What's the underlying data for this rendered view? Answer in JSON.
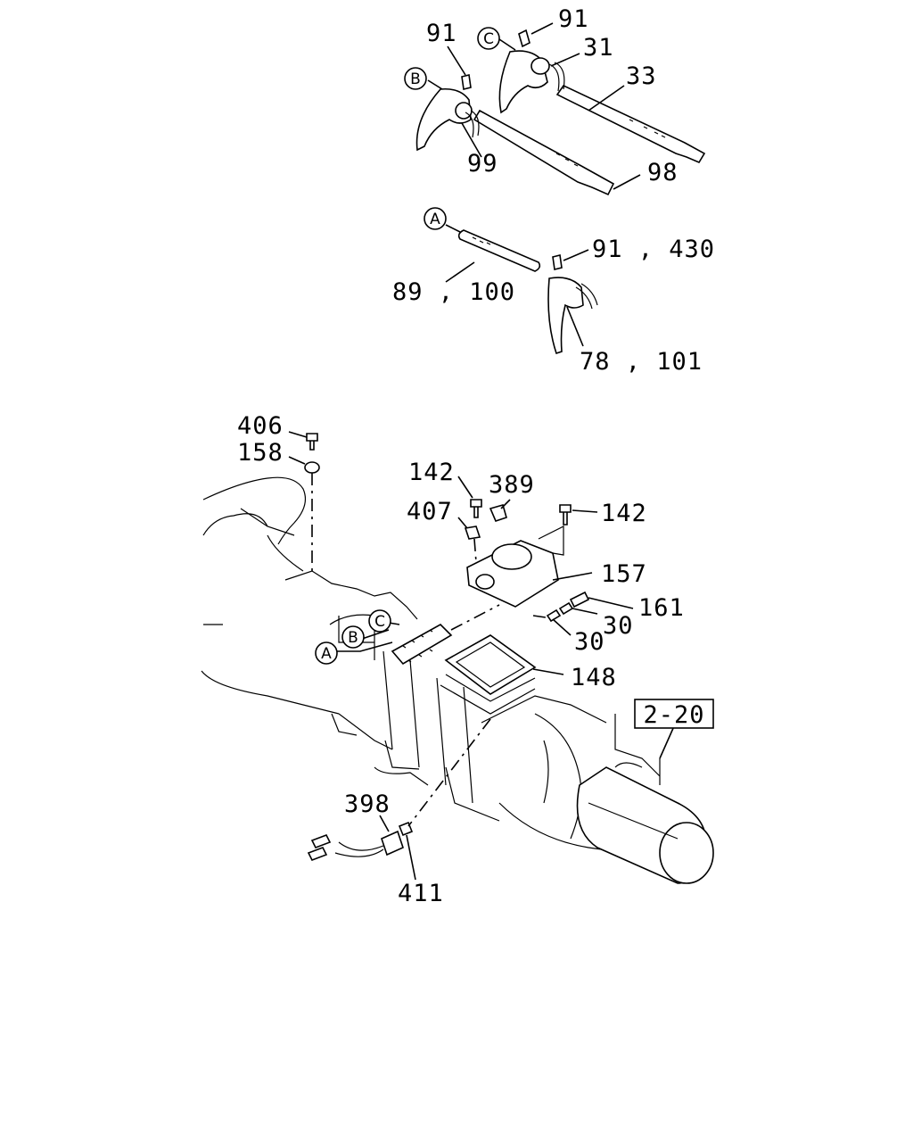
{
  "callouts": {
    "c91_top": "91",
    "c91_left": "91",
    "c31": "31",
    "c33": "33",
    "c99": "99",
    "c98": "98",
    "c91_430": "91 , 430",
    "c89_100": "89 , 100",
    "c78_101": "78 , 101",
    "c406": "406",
    "c158": "158",
    "c142_left": "142",
    "c389": "389",
    "c407": "407",
    "c142_right": "142",
    "c157": "157",
    "c161": "161",
    "c30_a": "30",
    "c30_b": "30",
    "c148": "148",
    "c398": "398",
    "c411": "411"
  },
  "reference_box": {
    "label": "2-20"
  },
  "circled_letters": {
    "top_a": "A",
    "top_b": "B",
    "top_c": "C",
    "bottom_a": "A",
    "bottom_b": "B",
    "bottom_c": "C"
  }
}
